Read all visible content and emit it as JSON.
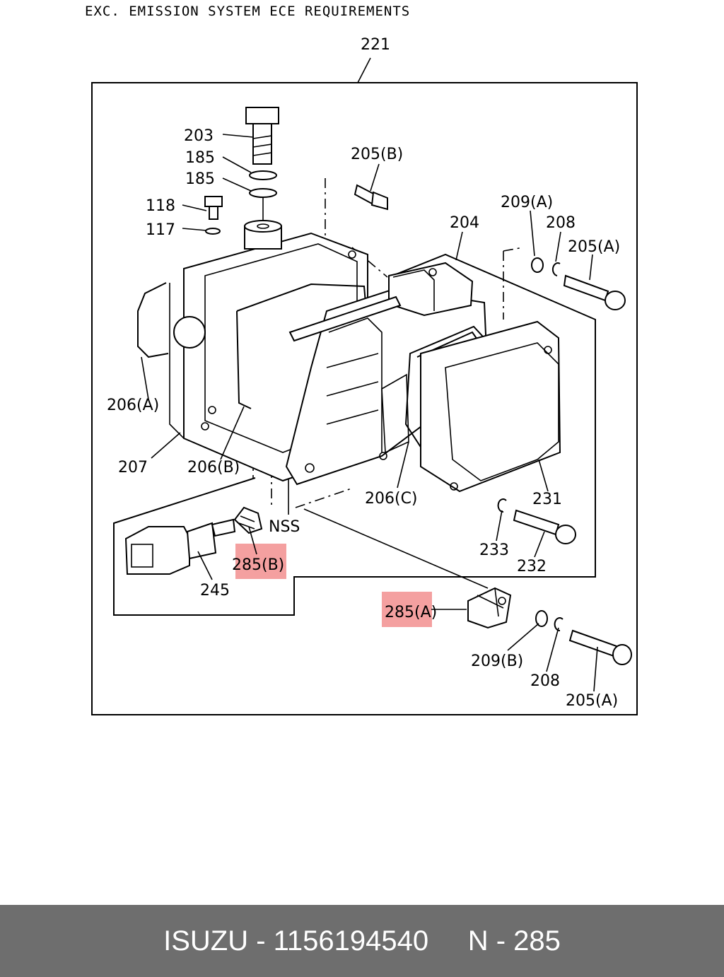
{
  "header": {
    "title": "EXC. EMISSION SYSTEM ECE REQUIREMENTS"
  },
  "callouts": {
    "c221": "221",
    "c203": "203",
    "c185a": "185",
    "c185b": "185",
    "c118": "118",
    "c117": "117",
    "c205b": "205(B)",
    "c209a": "209(A)",
    "c208a": "208",
    "c204": "204",
    "c205a1": "205(A)",
    "c206a": "206(A)",
    "c207": "207",
    "c206b": "206(B)",
    "c206c": "206(C)",
    "c231": "231",
    "cnss": "NSS",
    "c233": "233",
    "c232": "232",
    "c285b": "285(B)",
    "c245": "245",
    "c285a": "285(A)",
    "c209b": "209(B)",
    "c208b": "208",
    "c205a2": "205(A)"
  },
  "highlight_color": "#f4a0a0",
  "footer": {
    "brand": "ISUZU",
    "separator1": " - ",
    "part_number": "1156194540",
    "gap": "     ",
    "ref_prefix": "N",
    "separator2": " - ",
    "ref_number": "285"
  }
}
